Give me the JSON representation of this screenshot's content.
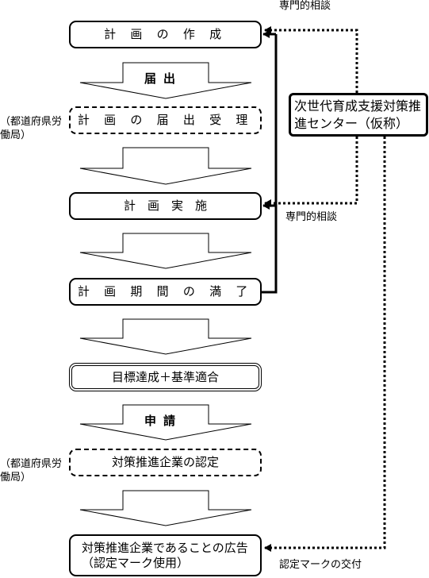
{
  "steps": {
    "create": "計 画 の 作 成",
    "submit_receipt": "計 画 の 届 出 受 理",
    "implement": "計　画　実　施",
    "period_end": "計 画 期 間 の 満 了",
    "achievement": "目標達成＋基準適合",
    "certification": "対策推進企業の認定",
    "announcement": "対策推進企業であることの広告（認定マーク使用）"
  },
  "arrows": {
    "notify": "届出",
    "apply": "申請"
  },
  "side_labels": {
    "labor_bureau_1": "（都道府県労働局）",
    "labor_bureau_2": "（都道府県労働局）"
  },
  "center": {
    "name": "次世代育成支援対策推進センター（仮称）"
  },
  "annotations": {
    "consult_top": "専門的相談",
    "consult_mid": "専門的相談",
    "mark_issue": "認定マークの交付"
  }
}
